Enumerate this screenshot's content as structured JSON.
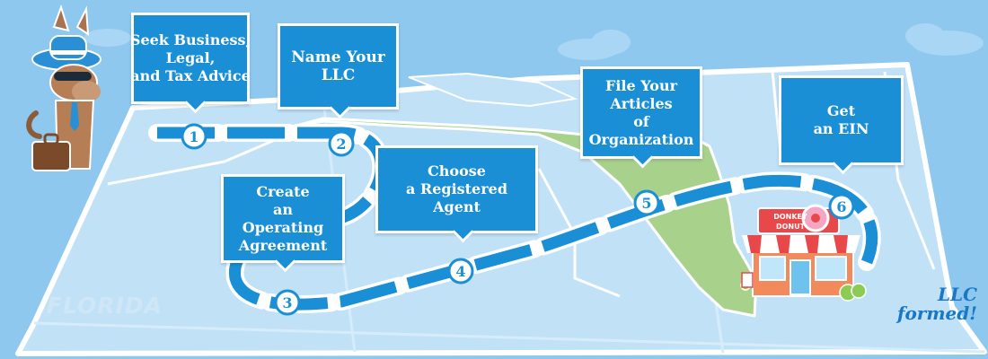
{
  "steps": [
    {
      "number": "1",
      "lines": [
        "Seek Business,",
        "Legal,",
        "and Tax Advice"
      ]
    },
    {
      "number": "2",
      "lines": [
        "Name Your",
        "LLC"
      ]
    },
    {
      "number": "3",
      "lines": [
        "Create",
        "an",
        "Operating",
        "Agreement"
      ]
    },
    {
      "number": "4",
      "lines": [
        "Choose",
        "a Registered",
        "Agent"
      ]
    },
    {
      "number": "5",
      "lines": [
        "File Your",
        "Articles",
        "of",
        "Organization"
      ]
    },
    {
      "number": "6",
      "lines": [
        "Get",
        "an EIN"
      ]
    }
  ],
  "map_label": "FLORIDA",
  "final": {
    "line1": "LLC",
    "line2": "formed!"
  },
  "shop_sign": {
    "line1": "DONKEY",
    "line2": "DONUT"
  },
  "colors": {
    "sky": "#8ec8ee",
    "paper": "#bfe0f6",
    "land": "#a8d28c",
    "path": "#1a8fd6",
    "callout": "#1a8fd6"
  }
}
